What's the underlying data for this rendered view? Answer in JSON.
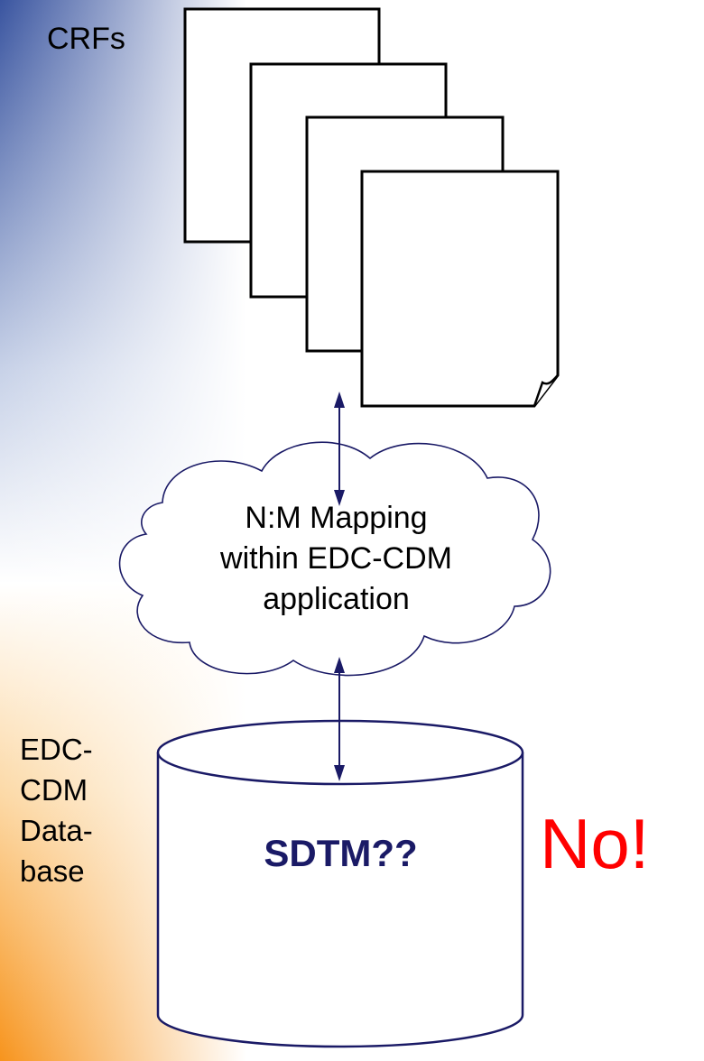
{
  "crfs_label": "CRFs",
  "cloud": {
    "lines": [
      "N:M Mapping",
      "within EDC-CDM",
      "application"
    ]
  },
  "database": {
    "label_lines": [
      "EDC-",
      "CDM",
      "Data-",
      "base"
    ],
    "content": "SDTM??"
  },
  "verdict": "No!",
  "colors": {
    "arrow": "#1a1a66",
    "verdict": "#ff0000",
    "gradient_top": "#3a55a0",
    "gradient_bottom": "#f7941d"
  }
}
